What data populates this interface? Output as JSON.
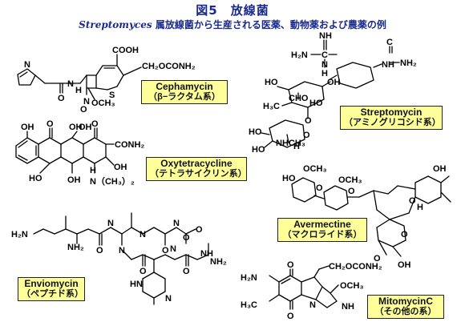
{
  "header": {
    "title": "図5　放線菌",
    "subtitle_genus": "Streptomyces",
    "subtitle_rest": " 属放線菌から生産される医薬、動物薬および農薬の例"
  },
  "compounds": [
    {
      "name": "Cephamycin",
      "class": "（β−ラクタム系）"
    },
    {
      "name": "Streptomycin",
      "class": "（アミノグリコシド系）"
    },
    {
      "name": "Oxytetracycline",
      "class": "（テトラサイクリン系）"
    },
    {
      "name": "Avermectine",
      "class": "（マクロライド系）"
    },
    {
      "name": "Enviomycin",
      "class": "（ペプチド系）"
    },
    {
      "name": "MitomycinC",
      "class": "（その他の系）"
    }
  ],
  "atoms": {
    "ceph_cooh": "COOH",
    "ceph_ch2": "CH₂OCONH₂",
    "ceph_o1": "O",
    "ceph_n1": "N",
    "ceph_h": "H",
    "ceph_n2": "N",
    "ceph_o2": "O",
    "ceph_och3": "OCH₃",
    "ceph_s": "S",
    "ceph_n3": "N",
    "strep_nh1": "NH",
    "strep_h2n": "H₂N",
    "strep_c1": "C",
    "strep_nh2": "N",
    "strep_h1": "H",
    "strep_nh3": "NH",
    "strep_c2": "C",
    "strep_nh4": "NH₂",
    "strep_ho1": "HO",
    "strep_oh1": "OH",
    "strep_h3c": "H₃C",
    "strep_cho": "CHO",
    "strep_ho2": "HO",
    "strep_o1": "O",
    "strep_ho3": "HO",
    "strep_ho4": "HO",
    "strep_nhch3": "NHCH₃",
    "strep_h": "H",
    "strep_o2": "O",
    "oxy_oh1": "OH",
    "oxy_o1": "O",
    "oxy_oh2": "OH",
    "oxy_o2": "O",
    "oxy_oh3": "OH",
    "oxy_conh2": "CONH₂",
    "oxy_oh4": "OH",
    "oxy_ho": "HO",
    "oxy_oh5": "OH",
    "oxy_h": "H",
    "oxy_nme2": "N（CH₃）₂",
    "aver_ho": "HO",
    "aver_och3a": "OCH₃",
    "aver_och3b": "OCH₃",
    "aver_o1": "O",
    "aver_o2": "O",
    "aver_o3": "O",
    "aver_o4": "O",
    "aver_o5": "O",
    "aver_oh1": "OH",
    "aver_oh2": "OH",
    "aver_h": "H",
    "env_h2n": "H₂N",
    "env_nh2": "NH₂",
    "env_n1": "N",
    "env_n2": "N",
    "env_n3": "N",
    "env_n4": "N",
    "env_n5": "N",
    "env_o1": "O",
    "env_o2": "O",
    "env_o3": "O",
    "env_o4": "O",
    "env_o5": "O",
    "env_nh2b": "NH₂",
    "env_nh": "NH",
    "env_hn": "HN",
    "env_o6": "O",
    "env_n6": "N",
    "mito_h2n": "H₂N",
    "mito_ch2": "CH₂OCONH₂",
    "mito_och3": "OCH₃",
    "mito_h3c": "H₃C",
    "mito_n": "N",
    "mito_nh": "NH",
    "mito_o1": "O",
    "mito_o2": "O"
  }
}
